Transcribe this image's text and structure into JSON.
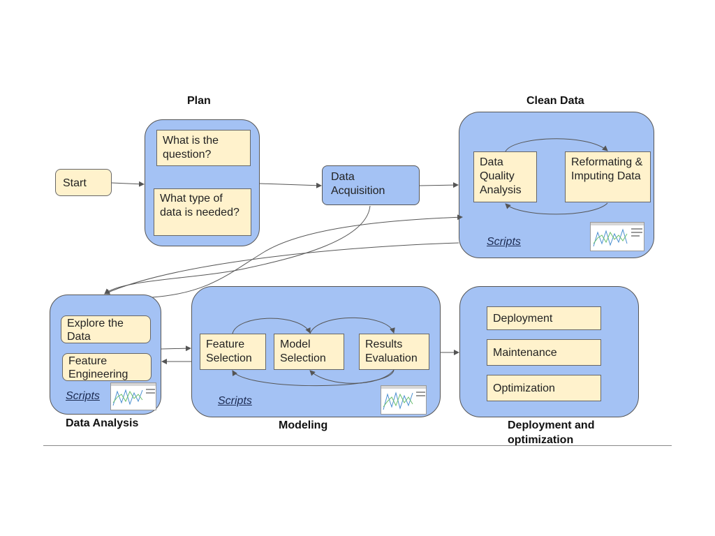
{
  "titles": {
    "plan": "Plan",
    "clean_data": "Clean Data",
    "data_analysis": "Data Analysis",
    "modeling": "Modeling",
    "deployment_line1": "Deployment and",
    "deployment_line2": "optimization"
  },
  "start": {
    "label": "Start"
  },
  "plan": {
    "q1": "What is the question?",
    "q2": "What type of data is needed?"
  },
  "acquisition": {
    "label": "Data Acquisition"
  },
  "clean": {
    "quality": "Data Quality Analysis",
    "reformat": "Reformating & Imputing Data",
    "scripts": "Scripts"
  },
  "analysis": {
    "explore": "Explore the Data",
    "feature": "Feature Engineering",
    "scripts": "Scripts"
  },
  "modeling": {
    "feature_selection": "Feature Selection",
    "model_selection": "Model Selection",
    "results_evaluation": "Results Evaluation",
    "scripts": "Scripts"
  },
  "deployment": {
    "deployment": "Deployment",
    "maintenance": "Maintenance",
    "optimization": "Optimization"
  },
  "colors": {
    "group_fill": "#a4c2f4",
    "box_fill": "#fff2cc",
    "arrow": "#555555"
  }
}
